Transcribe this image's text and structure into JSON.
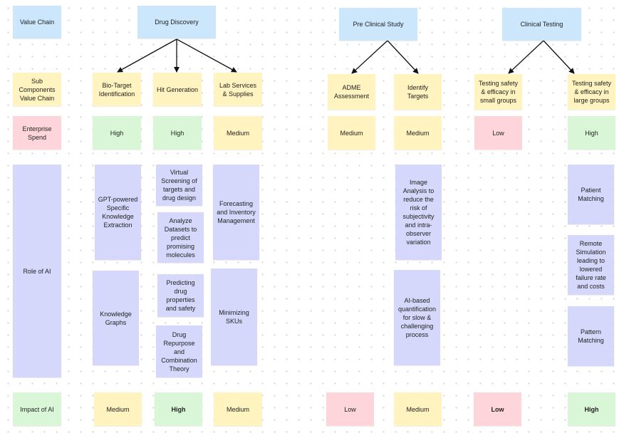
{
  "header": {
    "value_chain": "Value Chain",
    "drug_discovery": "Drug Discovery",
    "pre_clinical": "Pre Clinical Study",
    "clinical_testing": "Clinical Testing"
  },
  "rows": {
    "sub_components": "Sub\nComponents\nValue Chain",
    "enterprise_spend": "Enterprise\nSpend",
    "role_of_ai": "Role of AI",
    "impact_of_ai": "Impact of AI"
  },
  "sub_components": {
    "bio_target": "Bio-Target\nIdentification",
    "hit_generation": "Hit Generation",
    "lab_services": "Lab Services\n& Supplies",
    "adme": "ADME\nAssessment",
    "identify_targets": "Identify\nTargets",
    "testing_small": "Testing safety\n& efficacy in\nsmall groups",
    "testing_large": "Testing safety\n& efficacy in\nlarge groups"
  },
  "enterprise_spend": {
    "bio_target": "High",
    "hit_generation": "High",
    "lab_services": "Medium",
    "adme": "Medium",
    "identify_targets": "Medium",
    "testing_small": "Low",
    "testing_large": "High"
  },
  "role_of_ai": {
    "gpt_extraction": "GPT-powered\nSpecific\nKnowledge\nExtraction",
    "knowledge_graphs": "Knowledge\nGraphs",
    "virtual_screening": "Virtual\nScreening of\ntargets and\ndrug design",
    "analyze_datasets": "Analyze\nDatasets to\npredict\npromising\nmolecules",
    "predicting_drug": "Predicting\ndrug\nproperties\nand safety",
    "drug_repurpose": "Drug\nRepurpose\nand\nCombination\nTheory",
    "forecasting": "Forecasting\nand Inventory\nManagement",
    "minimizing_skus": "Minimizing\nSKUs",
    "image_analysis": "Image\nAnalysis to\nreduce the\nrisk of\nsubjectivity\nand intra-\nobserver\nvariation",
    "ai_quantification": "AI-based\nquantification\nfor slow &\nchallenging\nprocess",
    "patient_matching": "Patient\nMatching",
    "remote_simulation": "Remote\nSimulation\nleading to\nlowered\nfailure rate\nand costs",
    "pattern_matching": "Pattern\nMatching"
  },
  "impact_of_ai": {
    "bio_target": "Medium",
    "hit_generation": "High",
    "lab_services": "Medium",
    "adme": "Low",
    "identify_targets": "Medium",
    "testing_small": "Low",
    "testing_large": "High"
  },
  "colors": {
    "blue": "#cce7fb",
    "yellow": "#fff3bf",
    "pink": "#fdd5da",
    "green": "#d9f7d6",
    "purple": "#d5d8fb",
    "connector": "#111111"
  }
}
